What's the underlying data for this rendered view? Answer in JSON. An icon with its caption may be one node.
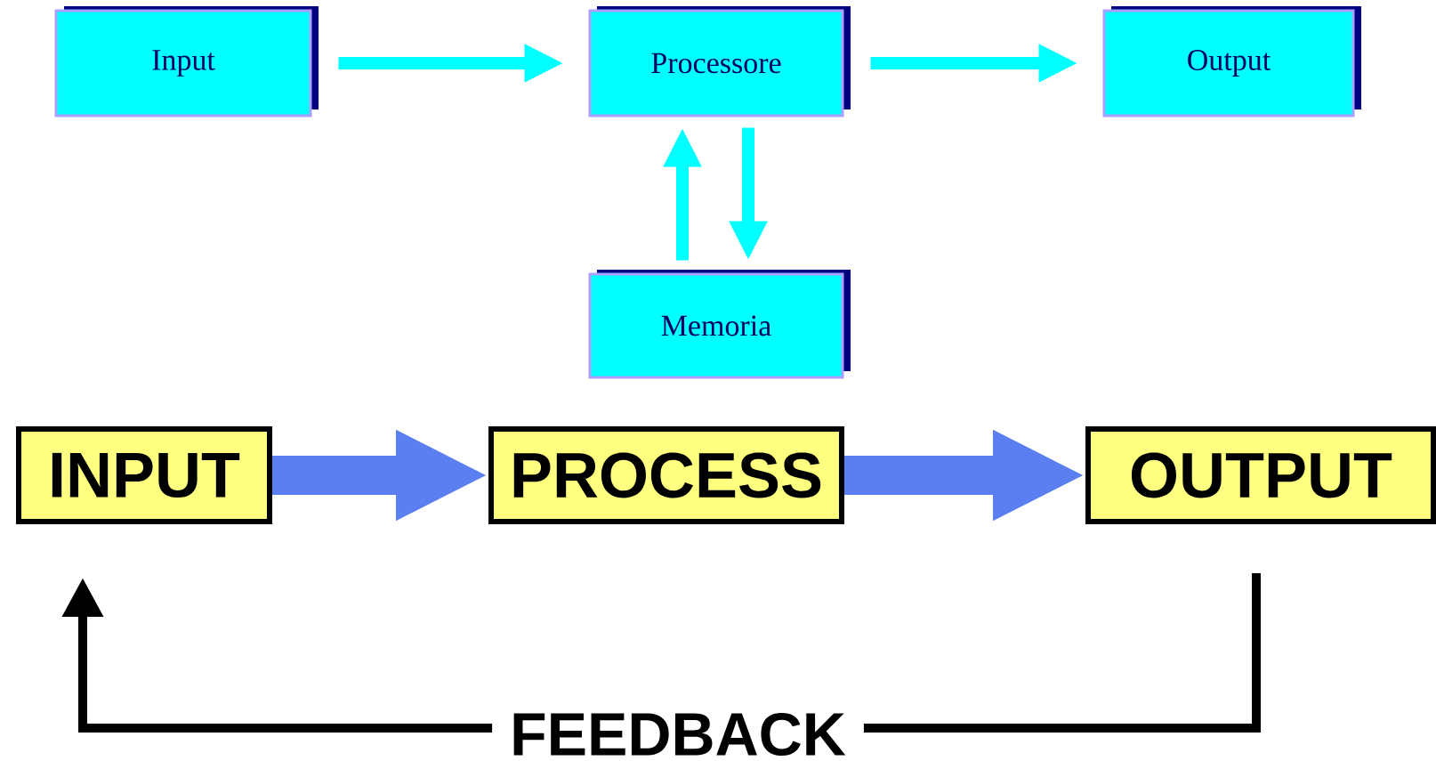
{
  "diagram": {
    "nodes": [
      {
        "text": [
          "Input"
        ]
      },
      {
        "text": [
          "Processore"
        ]
      },
      {
        "text": [
          "Output"
        ]
      },
      {
        "text": [
          "Memoria"
        ]
      },
      {
        "text": [
          "INPUT"
        ]
      },
      {
        "text": [
          "PROCESS"
        ]
      },
      {
        "text": [
          "OUTPUT"
        ]
      }
    ],
    "edges": [
      {
        "from": 0,
        "to": 1,
        "arrow": "to",
        "color": "#00ffff"
      },
      {
        "from": 1,
        "to": 2,
        "arrow": "to",
        "color": "#00ffff"
      },
      {
        "from": 3,
        "to": 1,
        "arrow": "to",
        "color": "#00ffff"
      },
      {
        "from": 1,
        "to": 3,
        "arrow": "to",
        "color": "#00ffff"
      },
      {
        "from": 4,
        "to": 5,
        "arrow": "to",
        "style": "thick",
        "color": "#5b7ff0"
      },
      {
        "from": 5,
        "to": 6,
        "arrow": "to",
        "style": "thick",
        "color": "#5b7ff0"
      },
      {
        "from": 6,
        "to": 4,
        "arrow": "to",
        "label": "FEEDBACK",
        "color": "#000000"
      }
    ]
  }
}
